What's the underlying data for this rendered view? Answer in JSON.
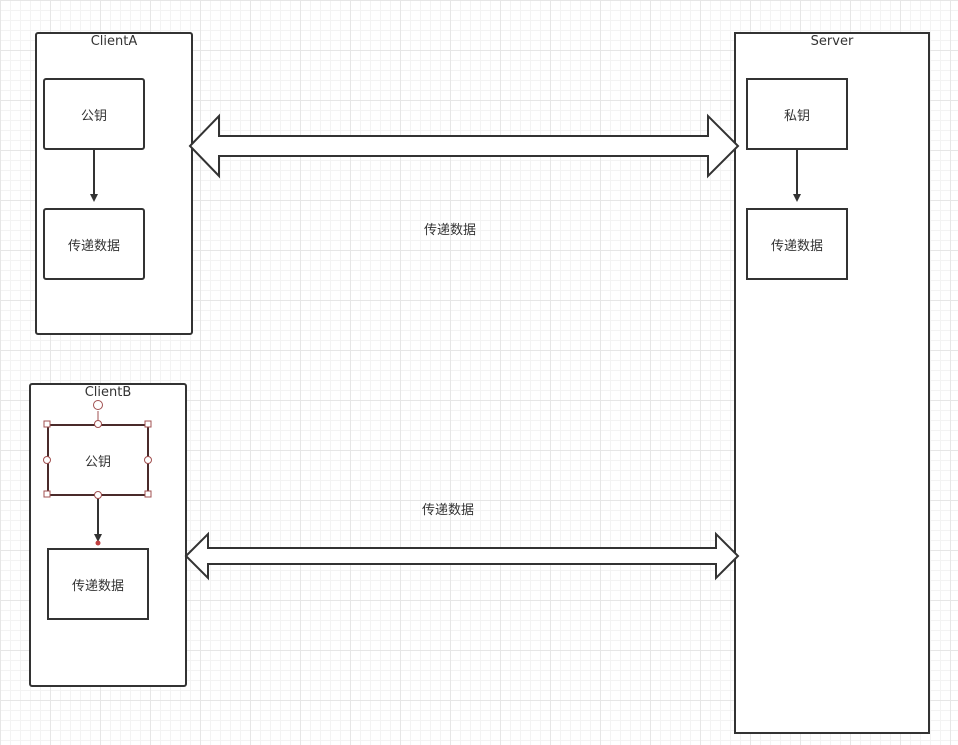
{
  "diagram": {
    "containers": {
      "client_a": {
        "title": "ClientA",
        "public_key": "公钥",
        "data": "传递数据"
      },
      "client_b": {
        "title": "ClientB",
        "public_key": "公钥",
        "data": "传递数据"
      },
      "server": {
        "title": "Server",
        "private_key": "私钥",
        "data": "传递数据"
      }
    },
    "edges": {
      "a_to_server_label": "传递数据",
      "b_to_server_label": "传递数据"
    },
    "colors": {
      "stroke": "#333333",
      "selection_handle": "#a05050",
      "grid": "#e6e6e6"
    }
  }
}
